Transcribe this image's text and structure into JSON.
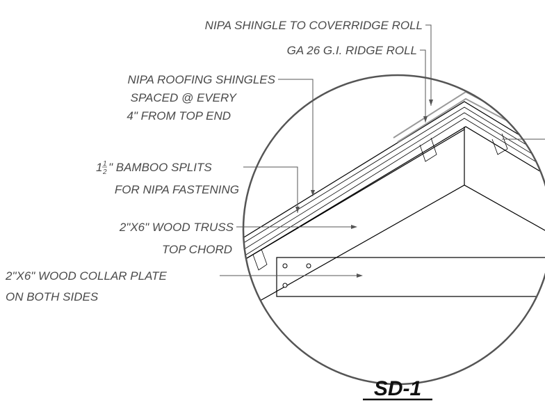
{
  "detail": {
    "title": "SD-1",
    "labels": {
      "nipa_shingle_to_coverridge": "NIPA SHINGLE TO COVERRIDGE ROLL",
      "ga26_ridge_roll": "GA 26 G.I. RIDGE ROLL",
      "nipa_shingles_line1": "NIPA ROOFING SHINGLES",
      "nipa_shingles_line2": "SPACED @ EVERY",
      "nipa_shingles_line3": "4\" FROM TOP END",
      "bamboo_whole": "1",
      "bamboo_frac_num": "1",
      "bamboo_frac_den": "2",
      "bamboo_line1_rest": "\" BAMBOO SPLITS",
      "bamboo_line2": "FOR NIPA FASTENING",
      "truss_line1": "2\"X6\" WOOD TRUSS",
      "truss_line2": "TOP CHORD",
      "collar_line1": "2\"X6\" WOOD COLLAR  PLATE",
      "collar_line2": "ON BOTH SIDES"
    }
  }
}
